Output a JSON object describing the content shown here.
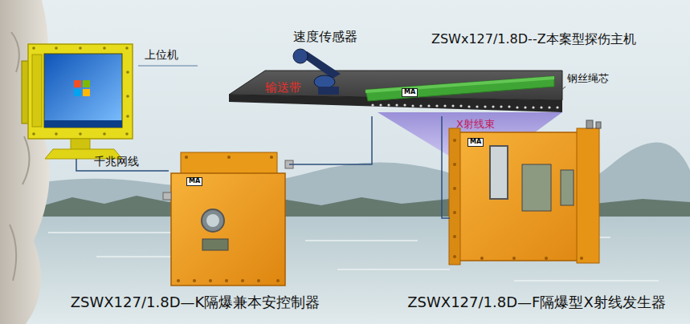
{
  "diagram": {
    "nodes": [
      {
        "text": [
          "上位机"
        ]
      },
      {
        "text": [
          "速度传感器"
        ]
      },
      {
        "text": [
          "ZSWx127/1.8D--Z本案型探伤主机"
        ]
      },
      {
        "text": [
          "输送带"
        ]
      },
      {
        "text": [
          "ZSWX127/1.8D—K隔爆兼本安控制器"
        ]
      },
      {
        "text": [
          "ZSWX127/1.8D—F隔爆型X射线发生器"
        ]
      }
    ],
    "edges": [
      {
        "from": 0,
        "to": 4,
        "label": "千兆网线",
        "arrow": "none"
      },
      {
        "from": 4,
        "to": 2,
        "arrow": "none"
      },
      {
        "from": 5,
        "to": 2,
        "arrow": "none"
      }
    ],
    "labels": [
      "钢丝绳芯",
      "X射线束",
      "MA",
      "MA",
      "MA"
    ]
  }
}
